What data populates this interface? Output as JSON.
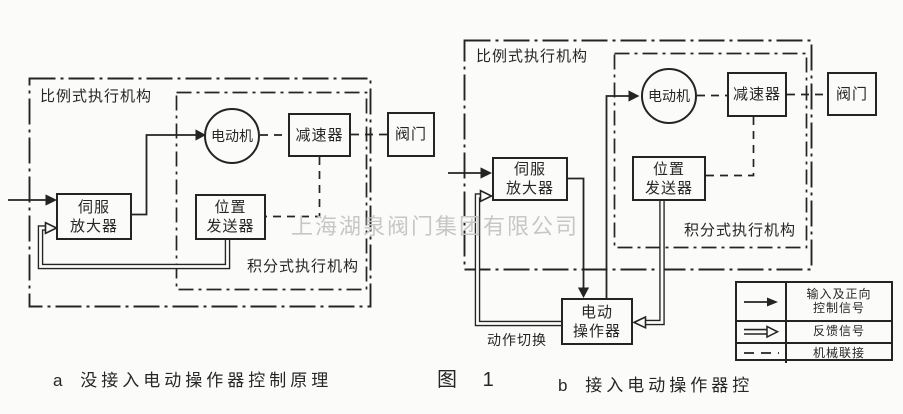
{
  "watermark": "上海湖泉阀门集团有限公司",
  "diagram_a": {
    "outer_label": "比例式执行机构",
    "inner_label": "积分式执行机构",
    "motor": "电动机",
    "reducer": "减速器",
    "valve": "阀门",
    "servo_amplifier": {
      "line1": "伺服",
      "line2": "放大器"
    },
    "position_transmitter": {
      "line1": "位置",
      "line2": "发送器"
    }
  },
  "diagram_b": {
    "outer_label": "比例式执行机构",
    "inner_label": "积分式执行机构",
    "motor": "电动机",
    "reducer": "减速器",
    "valve": "阀门",
    "servo_amplifier": {
      "line1": "伺服",
      "line2": "放大器"
    },
    "position_transmitter": {
      "line1": "位置",
      "line2": "发送器"
    },
    "electric_operator": {
      "line1": "电动",
      "line2": "操作器"
    },
    "action_switch_label": "动作切换"
  },
  "legend": {
    "input_signal": {
      "line1": "输入及正向",
      "line2": "控制信号"
    },
    "feedback_signal": "反馈信号",
    "mechanical_link": "机械联接"
  },
  "captions": {
    "sub_a_index": "a",
    "sub_a": "没接入电动操作器控制原理",
    "figure_label": "图",
    "figure_number": "1",
    "sub_b_index": "b",
    "sub_b": "接入电动操作器控"
  },
  "colors": {
    "line": "#242424",
    "watermark": "#c7c7c7",
    "background": "#fbfbf9"
  }
}
